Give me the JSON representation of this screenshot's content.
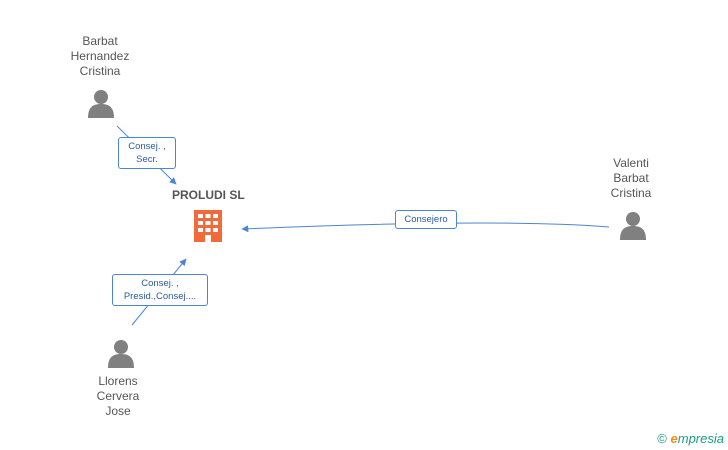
{
  "company": {
    "name": "PROLUDI SL",
    "color": "#f26a3c"
  },
  "people": [
    {
      "id": "barbat",
      "lines": [
        "Barbat",
        "Hernandez",
        "Cristina"
      ]
    },
    {
      "id": "valenti",
      "lines": [
        "Valenti",
        "Barbat",
        "Cristina"
      ]
    },
    {
      "id": "llorens",
      "lines": [
        "Llorens",
        "Cervera",
        "Jose"
      ]
    }
  ],
  "edges": [
    {
      "id": "barbat",
      "lines": [
        "Consej. ,",
        "Secr."
      ]
    },
    {
      "id": "valenti",
      "lines": [
        "Consejero"
      ]
    },
    {
      "id": "llorens",
      "lines": [
        "Consej. ,",
        "Presid.,Consej...."
      ]
    }
  ],
  "colors": {
    "edge": "#4a86d4",
    "person": "#808080"
  },
  "watermark": {
    "copyright": "©",
    "e": "e",
    "brand": "mpresia"
  }
}
